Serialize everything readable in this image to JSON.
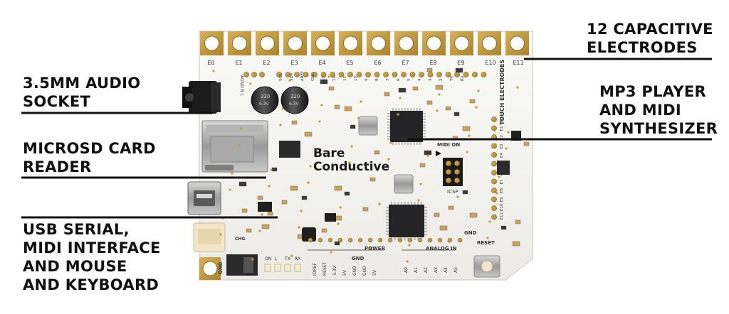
{
  "colors": {
    "board": "#f4f4f2",
    "gold": "#c39a3a",
    "ic": "#2b2b2d",
    "leader": "#111111"
  },
  "callouts": {
    "electrodes": [
      "12 CAPACITIVE",
      "ELECTRODES"
    ],
    "audio": [
      "3.5MM AUDIO",
      "SOCKET"
    ],
    "mp3": [
      "MP3 PLAYER",
      "AND MIDI",
      "SYNTHESIZER"
    ],
    "microsd": [
      "MICROSD CARD",
      "READER"
    ],
    "usb": [
      "USB SERIAL,",
      "MIDI INTERFACE",
      "AND MOUSE",
      "AND KEYBOARD"
    ]
  },
  "board": {
    "logo_line1": "Bare",
    "logo_line2": "Conductive",
    "electrode_labels": [
      "E0",
      "E1",
      "E2",
      "E3",
      "E4",
      "E5",
      "E6",
      "E7",
      "E8",
      "E9",
      "E10",
      "E11"
    ],
    "touch_header": "TOUCH ELECTRODES",
    "side_electrodes": [
      "E0",
      "E1",
      "E2",
      "E3",
      "E4",
      "E5",
      "E6",
      "E7",
      "E8",
      "E9",
      "E10",
      "E11"
    ],
    "top_pins": [
      "SCL",
      "SDA",
      "AREF",
      "GND",
      "13",
      "12",
      "11",
      "10",
      "9",
      "8",
      "7",
      "6",
      "5",
      "4",
      "3",
      "2",
      "TX",
      "RX"
    ],
    "bottom_power_pins": [
      "IOREF",
      "RESET",
      "3.3V",
      "5V",
      "GND",
      "GND",
      "5V"
    ],
    "power_label": "POWER",
    "gnd_label": "GND",
    "analog_label": "ANALOG IN",
    "analog_pins": [
      "A0",
      "A1",
      "A2",
      "A3",
      "A4",
      "A5"
    ],
    "reset_label": "RESET",
    "icsp_label": "ICSP",
    "midi_on_label": "MIDI ON",
    "led_labels": [
      "ON",
      "L",
      "TX",
      "RX"
    ],
    "chg_label": "CHG",
    "gnd_side_label": "GND",
    "agnd_label": "AGND R L",
    "cap_text": [
      "220",
      "6.3V"
    ]
  }
}
